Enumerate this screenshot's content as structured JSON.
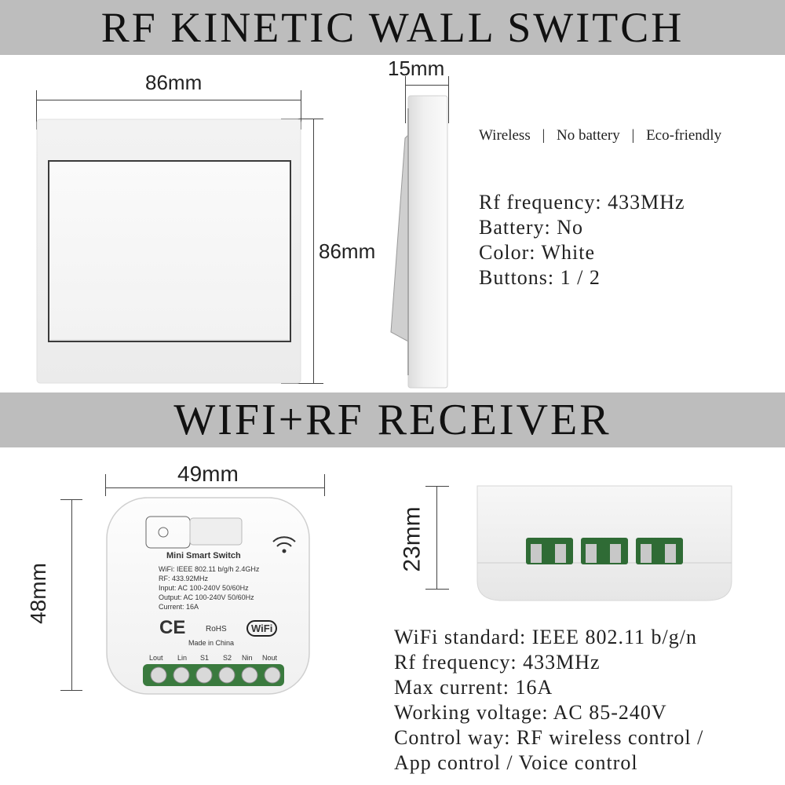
{
  "switch_section": {
    "title": "RF KINETIC WALL SWITCH",
    "width_label": "86mm",
    "height_label": "86mm",
    "depth_label": "15mm",
    "features": [
      "Wireless",
      "No battery",
      "Eco-friendly"
    ],
    "specs": [
      "Rf frequency: 433MHz",
      "Battery: No",
      "Color: White",
      "Buttons: 1 / 2"
    ]
  },
  "receiver_section": {
    "title": "WIFI+RF RECEIVER",
    "width_label": "49mm",
    "height_label": "48mm",
    "depth_label": "23mm",
    "device_label": {
      "name": "Mini Smart Switch",
      "lines": [
        "WiFi: IEEE 802.11 b/g/h 2.4GHz",
        "RF: 433.92MHz",
        "Input: AC 100-240V 50/60Hz",
        "Output: AC 100-240V 50/60Hz",
        "Current: 16A"
      ],
      "ce": "CE",
      "rohs": "RoHS",
      "wifi_badge": "WiFi",
      "origin": "Made in China",
      "terminals": [
        "Lout",
        "Lin",
        "S1",
        "S2",
        "Nin",
        "Nout"
      ]
    },
    "specs": [
      "WiFi standard: IEEE 802.11 b/g/n",
      "Rf frequency: 433MHz",
      "Max current: 16A",
      "Working voltage: AC 85-240V",
      "Control way: RF wireless control /",
      "App control / Voice control"
    ]
  }
}
